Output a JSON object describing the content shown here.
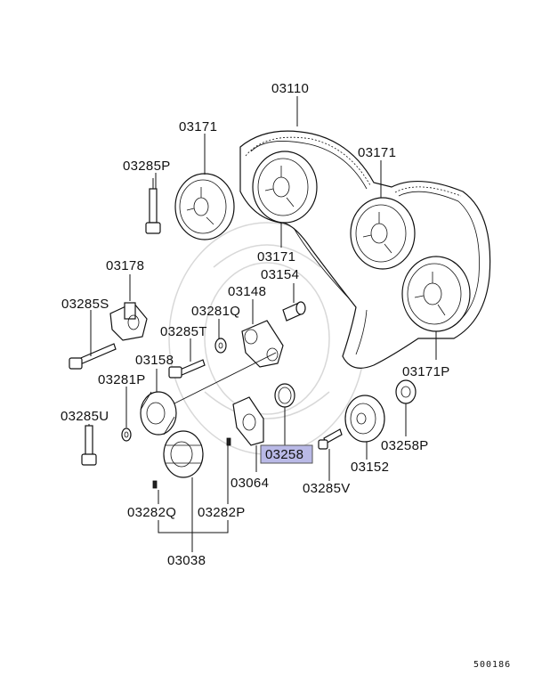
{
  "labels": {
    "belt": "03110",
    "sprocket_left": "03171",
    "sprocket_right": "03171",
    "sprocket_center": "03171",
    "sprocket_rear": "03171P",
    "bolt_p": "03285P",
    "tensioner": "03178",
    "bolt_s": "03285S",
    "pulley_arm": "03148",
    "washer_t": "03281Q",
    "bolt_t": "03285T",
    "idler": "03158",
    "washer_p": "03281P",
    "bolt_u": "03285U",
    "spacer": "03154",
    "ring": "03258",
    "bracket": "03064",
    "bolt_v": "03285V",
    "pulley_152": "03152",
    "bushing": "03258P",
    "key_q": "03282Q",
    "key_p": "03282P",
    "crank_sprocket": "03038"
  },
  "highlight": {
    "part": "ring",
    "color": "#b9b9e6"
  },
  "reference": "500186"
}
